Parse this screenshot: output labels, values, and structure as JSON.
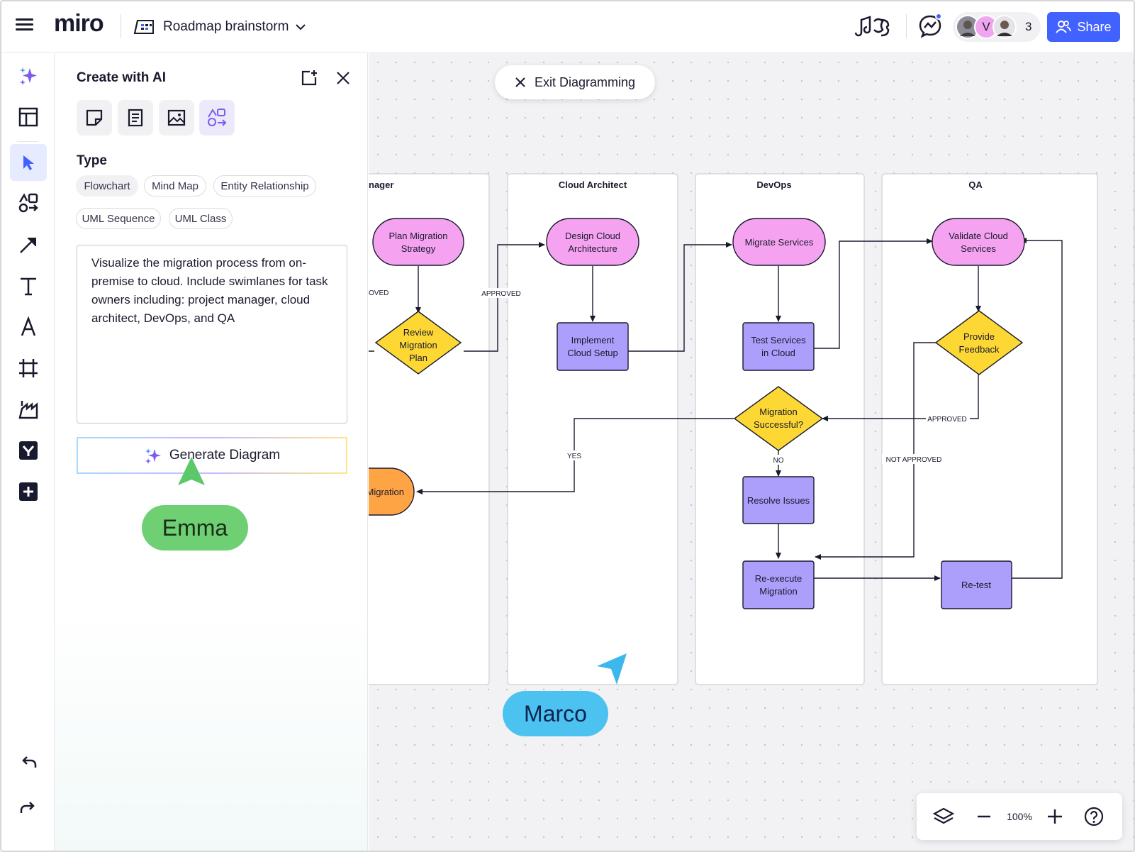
{
  "app": {
    "logo": "miro",
    "board_title": "Roadmap brainstorm",
    "share_label": "Share",
    "collaborator_count": "3",
    "avatar_initial": "V"
  },
  "toolbar": {
    "items": [
      "ai-sparkle-icon",
      "templates-icon",
      "select-icon",
      "shapes-icon",
      "connector-icon",
      "text-icon",
      "font-icon",
      "frame-icon",
      "chart-icon",
      "app-icon",
      "add-icon",
      "undo-icon",
      "redo-icon"
    ]
  },
  "ai_panel": {
    "title": "Create with AI",
    "type_label": "Type",
    "chips": [
      "Flowchart",
      "Mind Map",
      "Entity Relationship",
      "UML Sequence",
      "UML Class"
    ],
    "prompt_text": "Visualize the migration process from on-premise to cloud. Include swimlanes for task owners including: project manager, cloud architect, DevOps, and QA",
    "generate_label": "Generate Diagram"
  },
  "canvas": {
    "exit_label": "Exit Diagramming",
    "zoom": "100%"
  },
  "diagram": {
    "lanes": [
      "nager",
      "Cloud Architect",
      "DevOps",
      "QA"
    ],
    "nodes": {
      "plan": [
        "Plan Migration",
        "Strategy"
      ],
      "review": [
        "Review",
        "Migration",
        "Plan"
      ],
      "migration_orange": [
        "Migration"
      ],
      "design": [
        "Design Cloud",
        "Architecture"
      ],
      "implement": [
        "Implement",
        "Cloud Setup"
      ],
      "migrate": [
        "Migrate Services"
      ],
      "test": [
        "Test Services",
        "in Cloud"
      ],
      "successful": [
        "Migration",
        "Successful?"
      ],
      "resolve": [
        "Resolve Issues"
      ],
      "reexecute": [
        "Re-execute",
        "Migration"
      ],
      "validate": [
        "Validate Cloud",
        "Services"
      ],
      "feedback": [
        "Provide",
        "Feedback"
      ],
      "retest": [
        "Re-test"
      ]
    },
    "edge_labels": {
      "oved": "OVED",
      "approved1": "APPROVED",
      "approved2": "APPROVED",
      "not_approved": "NOT APPROVED",
      "yes": "YES",
      "no": "NO"
    },
    "colors": {
      "pink": "#f5a3f0",
      "yellow": "#fdd835",
      "purple": "#ab9ffb",
      "orange": "#ffa445"
    }
  },
  "cursors": {
    "emma": "Emma",
    "marco": "Marco"
  }
}
